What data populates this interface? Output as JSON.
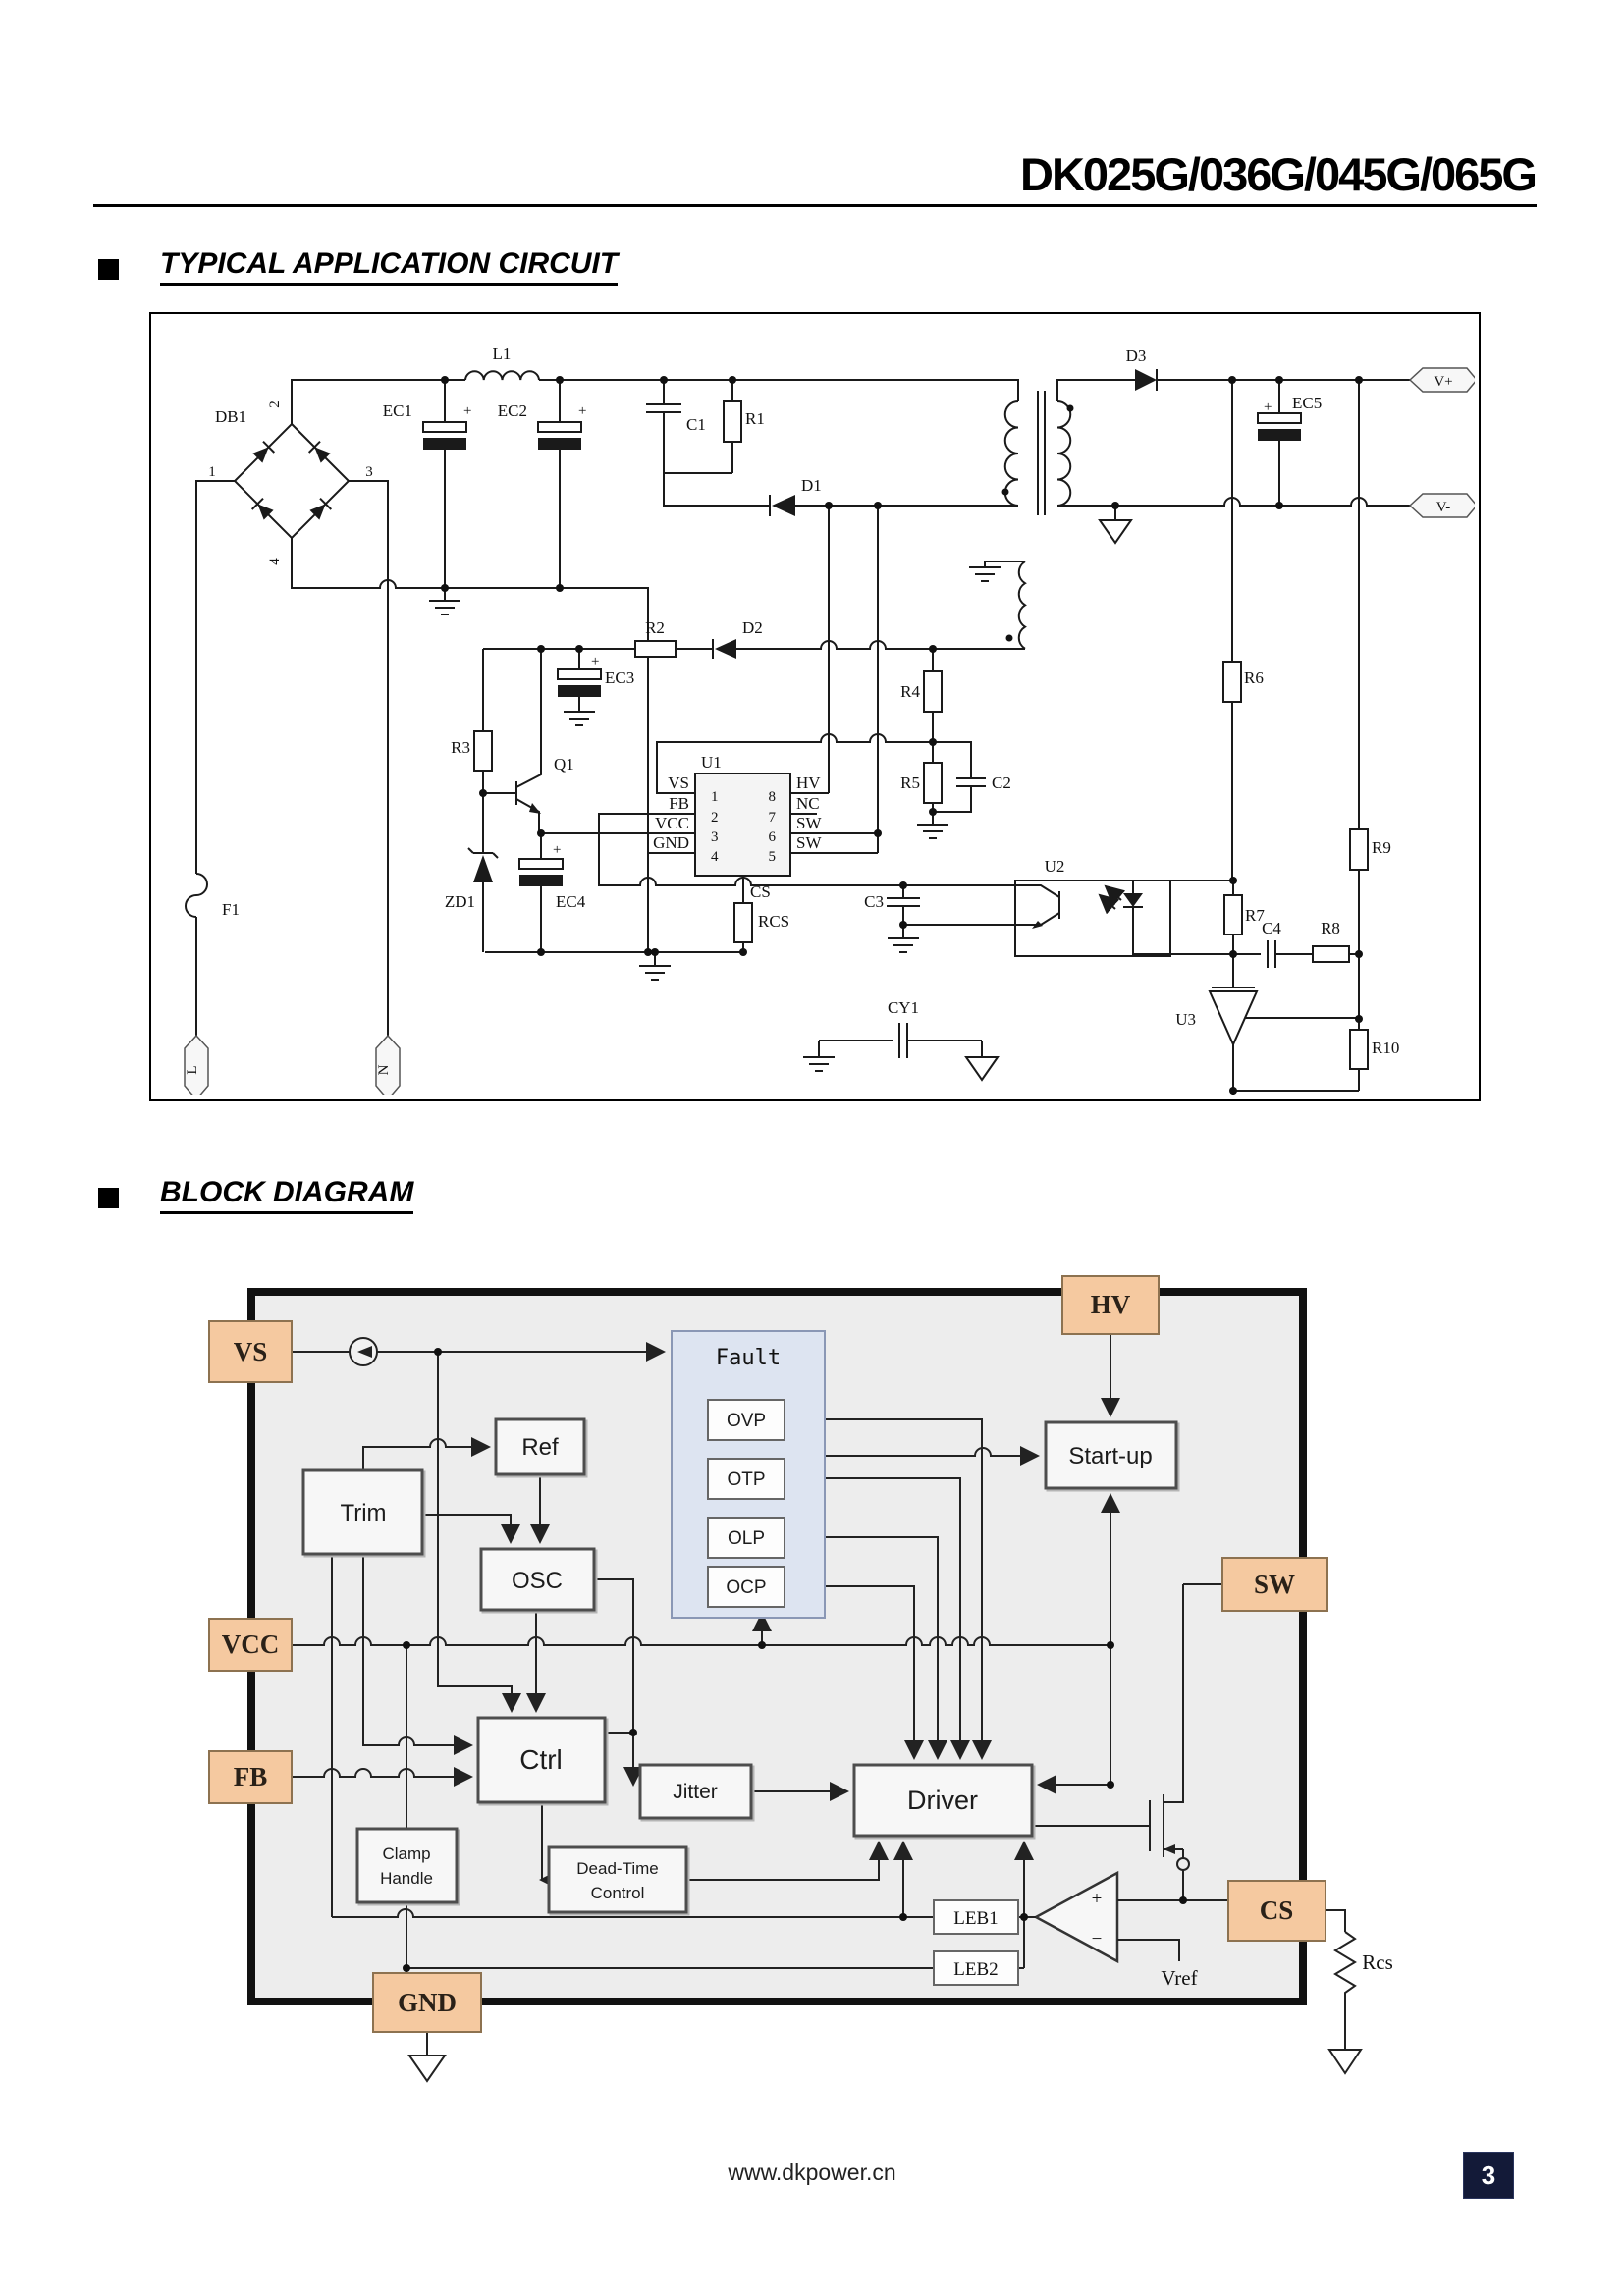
{
  "page": {
    "title": "DK025G/036G/045G/065G",
    "footer_url": "www.dkpower.cn",
    "page_number": "3"
  },
  "sections": {
    "s1": "TYPICAL APPLICATION CIRCUIT",
    "s2": "BLOCK DIAGRAM"
  },
  "circuit": {
    "labels": {
      "db1": "DB1",
      "p1": "1",
      "p2": "2",
      "p3": "3",
      "p4": "4",
      "f1": "F1",
      "l": "L",
      "n": "N",
      "l1": "L1",
      "ec1": "EC1",
      "ec2": "EC2",
      "ec3": "EC3",
      "ec4": "EC4",
      "ec5": "EC5",
      "c1": "C1",
      "c2": "C2",
      "c3": "C3",
      "c4": "C4",
      "cy1": "CY1",
      "r1": "R1",
      "r2": "R2",
      "r3": "R3",
      "r4": "R4",
      "r5": "R5",
      "r6": "R6",
      "r7": "R7",
      "r8": "R8",
      "r9": "R9",
      "r10": "R10",
      "rcs": "RCS",
      "cs": "CS",
      "d1": "D1",
      "d2": "D2",
      "d3": "D3",
      "zd1": "ZD1",
      "q1": "Q1",
      "u1": "U1",
      "u2": "U2",
      "u3": "U3",
      "vplus": "V+",
      "vminus": "V-",
      "plus": "+"
    },
    "u1_pins": {
      "vs": "VS",
      "fb": "FB",
      "vcc": "VCC",
      "gnd": "GND",
      "hv": "HV",
      "nc": "NC",
      "sw6": "SW",
      "sw5": "SW",
      "n1": "1",
      "n2": "2",
      "n3": "3",
      "n4": "4",
      "n5": "5",
      "n6": "6",
      "n7": "7",
      "n8": "8"
    }
  },
  "block": {
    "pins": {
      "vs": "VS",
      "hv": "HV",
      "vcc": "VCC",
      "fb": "FB",
      "gnd": "GND",
      "sw": "SW",
      "cs": "CS"
    },
    "blocks": {
      "fault": "Fault",
      "ovp": "OVP",
      "otp": "OTP",
      "olp": "OLP",
      "ocp": "OCP",
      "ref": "Ref",
      "trim": "Trim",
      "osc": "OSC",
      "ctrl": "Ctrl",
      "jitter": "Jitter",
      "driver": "Driver",
      "startup": "Start-up",
      "clamp1": "Clamp",
      "clamp2": "Handle",
      "dtc1": "Dead-Time",
      "dtc2": "Control",
      "leb1": "LEB1",
      "leb2": "LEB2",
      "vref": "Vref",
      "rcs": "Rcs",
      "plus": "+",
      "minus": "−"
    }
  },
  "colors": {
    "peach": "#f5c9a0",
    "fault_blue": "#dde4f1",
    "diagram_bg": "#ededed",
    "page_number_bg": "#131a38"
  }
}
